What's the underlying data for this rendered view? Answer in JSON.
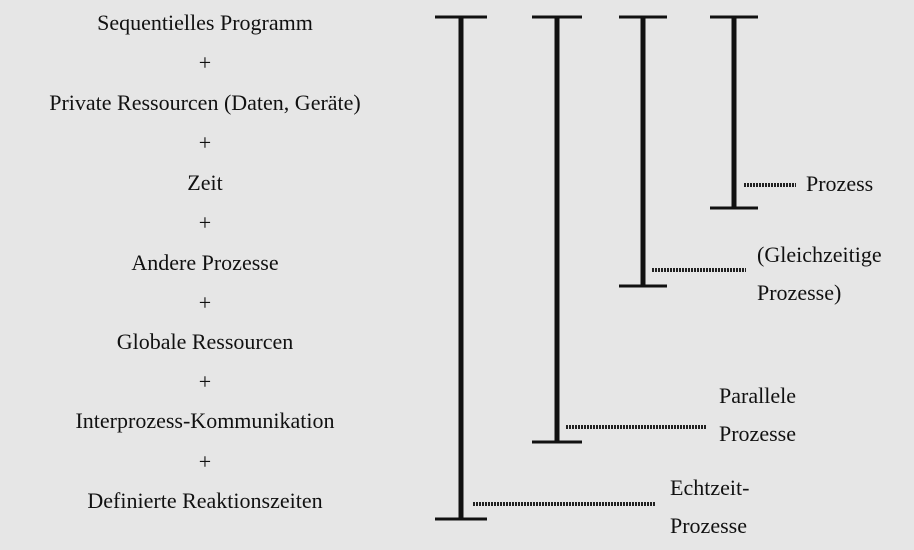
{
  "components": [
    "Sequentielles Programm",
    "Private Ressourcen (Daten, Geräte)",
    "Zeit",
    "Andere Prozesse",
    "Globale Ressourcen",
    "Interprozess-Kommunikation",
    "Definierte Reaktionszeiten"
  ],
  "plus_sign": "+",
  "levels": [
    {
      "line1": "Prozess",
      "line2": ""
    },
    {
      "line1": "(Gleichzeitige",
      "line2": "Prozesse)"
    },
    {
      "line1": "Parallele",
      "line2": "Prozesse"
    },
    {
      "line1": "Echtzeit-",
      "line2": "Prozesse"
    }
  ]
}
